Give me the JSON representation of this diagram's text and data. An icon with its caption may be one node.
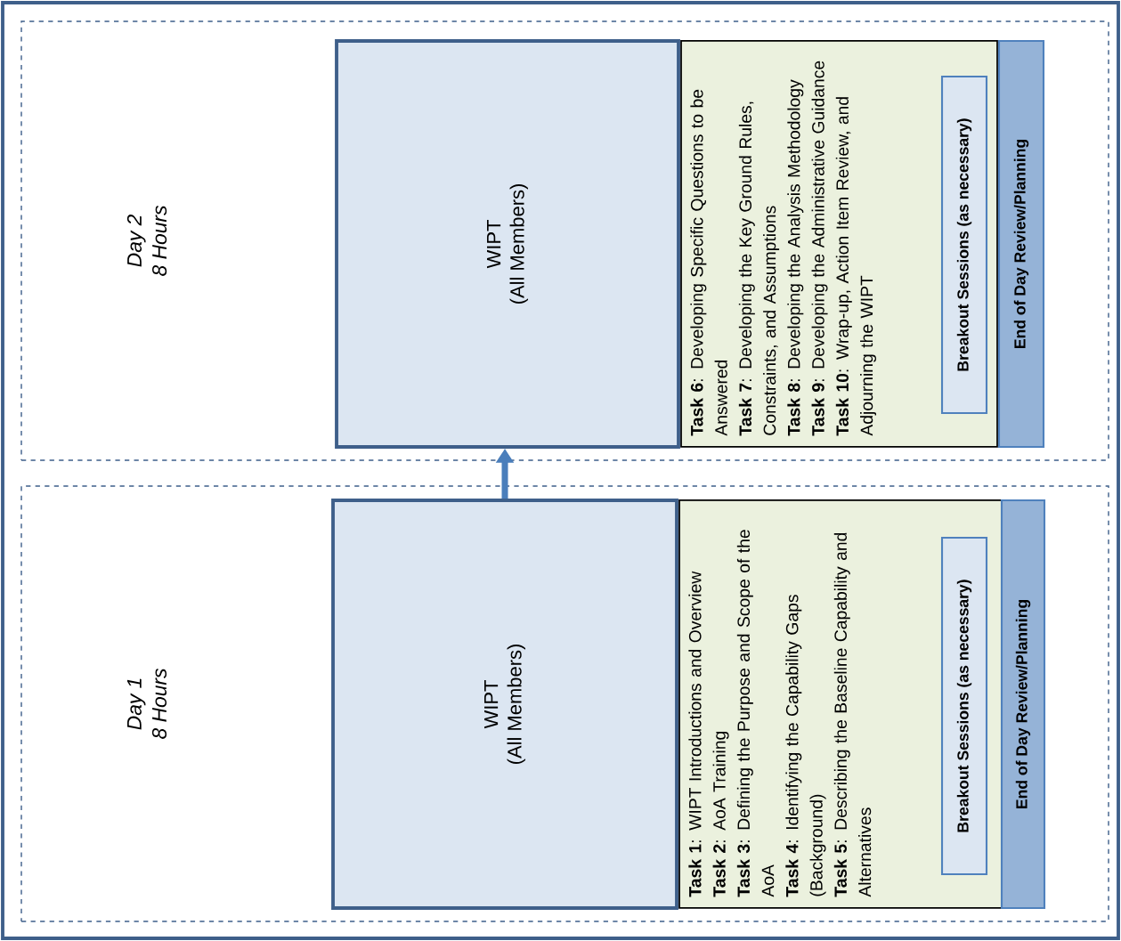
{
  "diagram": {
    "nodes": [
      {
        "text": [
          "Day 1",
          "8 Hours"
        ]
      },
      {
        "text": [
          "WIPT",
          "(All Members)"
        ],
        "in": 0
      },
      {
        "text": [
          "**Task 1**: WIPT Introductions and Overview",
          "**Task 2**: AoA Training",
          "**Task 3**: Defining the Purpose and Scope of the AoA",
          "**Task 4**: Identifying the Capability Gaps (Background)",
          "**Task 5**: Describing the Baseline Capability and Alternatives"
        ],
        "in": 0
      },
      {
        "text": [
          "Breakout Sessions (as necessary)"
        ],
        "in": 2
      },
      {
        "text": [
          "End of Day Review/Planning"
        ],
        "in": 0
      },
      {
        "text": [
          "Day 2",
          "8 Hours"
        ]
      },
      {
        "text": [
          "WIPT",
          "(All Members)"
        ],
        "in": 5
      },
      {
        "text": [
          "**Task 6**: Developing Specific Questions to be Answered",
          "**Task 7**: Developing the Key Ground Rules, Constraints, and Assumptions",
          "**Task 8**: Developing the Analysis Methodology",
          "**Task 9**: Developing the Administrative Guidance",
          "**Task 10**: Wrap-up, Action Item Review, and Adjourning the WIPT"
        ],
        "in": 5
      },
      {
        "text": [
          "Breakout Sessions (as necessary)"
        ],
        "in": 7
      },
      {
        "text": [
          "End of Day Review/Planning"
        ],
        "in": 5
      }
    ],
    "edges": [
      {
        "from": 1,
        "to": 6,
        "arrow": "to"
      }
    ]
  }
}
